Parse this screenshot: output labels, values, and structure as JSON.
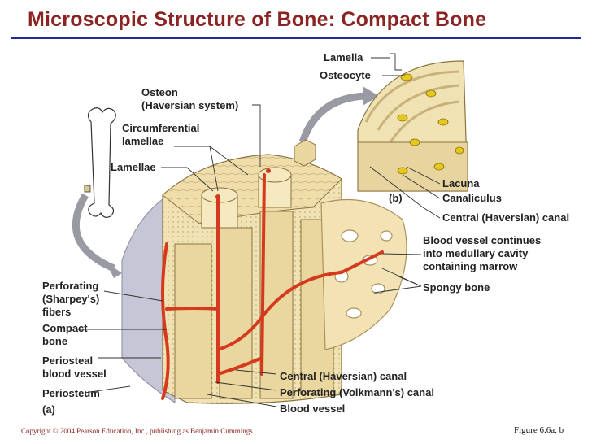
{
  "title": "Microscopic Structure of Bone: Compact Bone",
  "labels": {
    "lamella": "Lamella",
    "osteocyte": "Osteocyte",
    "osteon": "Osteon\n(Haversian system)",
    "circumferential": "Circumferential\nlamellae",
    "lamellae": "Lamellae",
    "lacuna": "Lacuna",
    "canaliculus": "Canaliculus",
    "central_b": "Central (Haversian) canal",
    "panel_b": "(b)",
    "blood_vessel_continues": "Blood vessel continues\ninto medullary cavity\ncontaining marrow",
    "spongy": "Spongy bone",
    "perforating_fibers": "Perforating\n(Sharpey's)\nfibers",
    "compact": "Compact\nbone",
    "periosteal_vessel": "Periosteal\nblood vessel",
    "periosteum": "Periosteum",
    "panel_a": "(a)",
    "central_a": "Central (Haversian) canal",
    "volkmann": "Perforating (Volkmann's) canal",
    "blood_vessel": "Blood vessel"
  },
  "footer": {
    "copyright": "Copyright © 2004 Pearson Education, Inc., publishing as Benjamin Cummings",
    "figure": "Figure 6.6a, b"
  },
  "colors": {
    "title": "#8b2323",
    "bone": "#f1e2b3",
    "bone_dark": "#d9c38c",
    "vessel": "#d63a1e",
    "cell": "#e3c81e",
    "periosteum": "#c6c6d6",
    "rule": "#1f2a8a"
  }
}
